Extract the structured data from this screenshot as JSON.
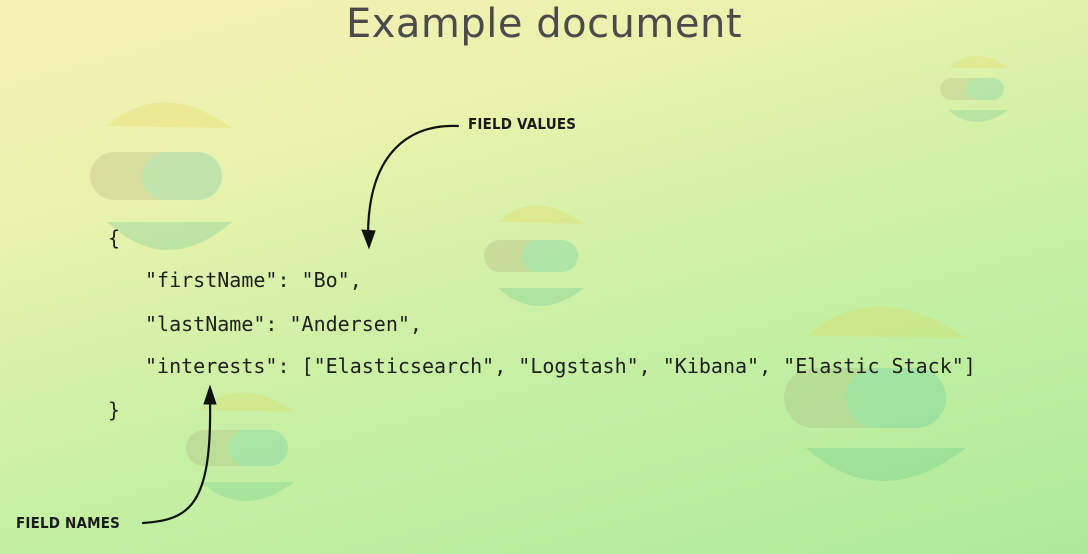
{
  "slide": {
    "title": "Example document"
  },
  "document": {
    "open_brace": "{",
    "lines": [
      "\"firstName\": \"Bo\",",
      "\"lastName\": \"Andersen\",",
      "\"interests\": [\"Elasticsearch\", \"Logstash\", \"Kibana\", \"Elastic Stack\"]"
    ],
    "close_brace": "}"
  },
  "annotations": {
    "field_values": "FIELD VALUES",
    "field_names": "FIELD NAMES"
  },
  "colors": {
    "background_top": "#f5f0b3",
    "background_bottom": "#aeea9a",
    "title": "#4b4b4b",
    "code": "#1f1f1f",
    "logo_yellow": "#f0d94a",
    "logo_teal": "#3cbfb0",
    "logo_green": "#58c48a"
  },
  "icons": [
    "elastic-logo-watermark",
    "curved-arrow-icon"
  ]
}
